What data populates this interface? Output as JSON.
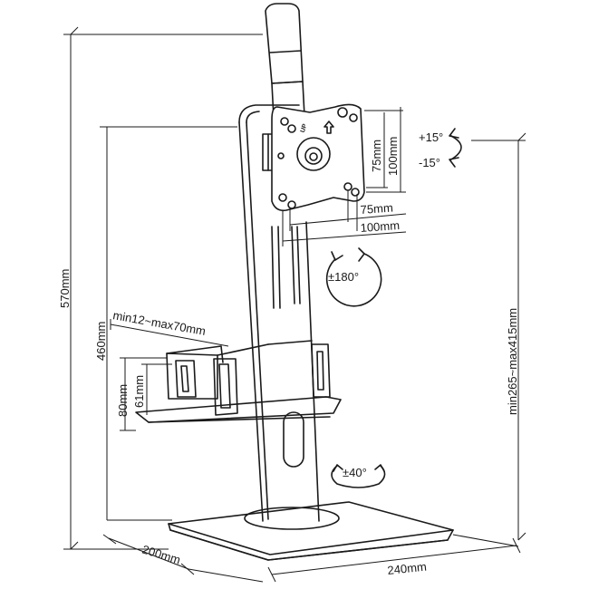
{
  "dimensions": {
    "total_height": "570mm",
    "pole_height": "460mm",
    "depth": "200mm",
    "width": "240mm",
    "height_range": "min265~max415mm",
    "holder_width_range": "min12~max70mm",
    "holder_height_outer": "80mm",
    "holder_height_inner": "61mm",
    "vesa_v_small": "75mm",
    "vesa_v_large": "100mm",
    "vesa_h_small": "75mm",
    "vesa_h_large": "100mm"
  },
  "motion": {
    "tilt_up": "+15°",
    "tilt_down": "-15°",
    "rotation": "±180°",
    "swivel": "±40°"
  },
  "vesa_plate_marking": "UP"
}
